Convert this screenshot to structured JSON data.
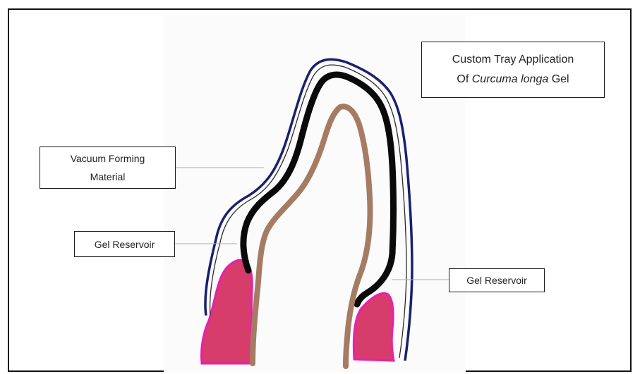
{
  "title": {
    "line1": "Custom Tray Application",
    "line2_prefix": "Of ",
    "line2_italic": "Curcuma longa",
    "line2_suffix": " Gel"
  },
  "labels": {
    "vacuum_line1": "Vacuum Forming",
    "vacuum_line2": "Material",
    "gel_reservoir_left": "Gel Reservoir",
    "gel_reservoir_right": "Gel Reservoir"
  },
  "colors": {
    "tray_outline": "#1b1f6e",
    "gel_layer": "#0a0a0a",
    "tooth": "#a57c63",
    "gingiva": "#d63d6a",
    "gingiva_edge": "#e81fb0",
    "leader_line": "#8fb3cc"
  }
}
